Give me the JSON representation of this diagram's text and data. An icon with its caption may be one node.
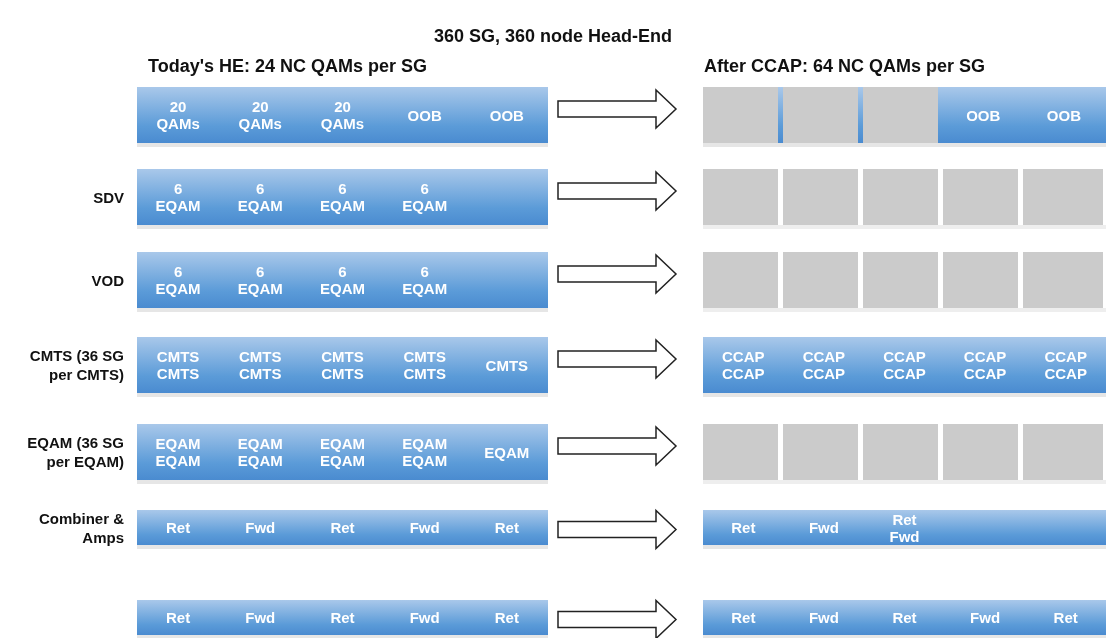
{
  "diagram": {
    "title": "360 SG, 360 node Head-End",
    "nodes": [
      {
        "text": [
          "20 QAMs",
          "20 QAMs",
          "20 QAMs",
          "OOB",
          "OOB"
        ]
      },
      {
        "text": [
          "OOB",
          "OOB"
        ]
      },
      {
        "text": [],
        "shape": "box",
        "in": 1
      },
      {
        "text": [],
        "shape": "box",
        "in": 1
      },
      {
        "text": [],
        "shape": "box",
        "in": 1
      },
      {
        "text": [
          "6 EQAM",
          "6 EQAM",
          "6 EQAM",
          "6 EQAM"
        ],
        "beside": [
          "SDV"
        ]
      },
      {
        "text": [],
        "shape": "bar"
      },
      {
        "text": [],
        "shape": "box",
        "in": 6
      },
      {
        "text": [],
        "shape": "box",
        "in": 6
      },
      {
        "text": [],
        "shape": "box",
        "in": 6
      },
      {
        "text": [],
        "shape": "box",
        "in": 6
      },
      {
        "text": [],
        "shape": "box",
        "in": 6
      },
      {
        "text": [
          "6 EQAM",
          "6 EQAM",
          "6 EQAM",
          "6 EQAM"
        ],
        "beside": [
          "VOD"
        ]
      },
      {
        "text": [],
        "shape": "bar"
      },
      {
        "text": [],
        "shape": "box",
        "in": 13
      },
      {
        "text": [],
        "shape": "box",
        "in": 13
      },
      {
        "text": [],
        "shape": "box",
        "in": 13
      },
      {
        "text": [],
        "shape": "box",
        "in": 13
      },
      {
        "text": [],
        "shape": "box",
        "in": 13
      },
      {
        "text": [
          "CMTS CMTS",
          "CMTS CMTS",
          "CMTS CMTS",
          "CMTS CMTS",
          "CMTS"
        ],
        "beside": [
          "CMTS (36 SG per CMTS)"
        ]
      },
      {
        "text": [
          "CCAP CCAP",
          "CCAP CCAP",
          "CCAP CCAP",
          "CCAP CCAP",
          "CCAP CCAP"
        ]
      },
      {
        "text": [
          "EQAM EQAM",
          "EQAM EQAM",
          "EQAM EQAM",
          "EQAM EQAM",
          "EQAM"
        ],
        "beside": [
          "EQAM (36 SG per EQAM)"
        ]
      },
      {
        "text": [],
        "shape": "bar"
      },
      {
        "text": [],
        "shape": "box",
        "in": 22
      },
      {
        "text": [],
        "shape": "box",
        "in": 22
      },
      {
        "text": [],
        "shape": "box",
        "in": 22
      },
      {
        "text": [],
        "shape": "box",
        "in": 22
      },
      {
        "text": [],
        "shape": "box",
        "in": 22
      },
      {
        "text": [
          "Ret",
          "Fwd",
          "Ret",
          "Fwd",
          "Ret"
        ],
        "beside": [
          "Combiner & Amps"
        ]
      },
      {
        "text": [
          "Ret",
          "Fwd",
          "Ret Fwd"
        ]
      },
      {
        "text": [
          "Ret",
          "Fwd",
          "Ret",
          "Fwd",
          "Ret"
        ]
      },
      {
        "text": [
          "Ret",
          "Fwd",
          "Ret",
          "Fwd",
          "Ret"
        ]
      }
    ],
    "edges": [
      {
        "from": 0,
        "to": 1,
        "arrow": "to"
      },
      {
        "from": 5,
        "to": 6,
        "arrow": "to"
      },
      {
        "from": 12,
        "to": 13,
        "arrow": "to"
      },
      {
        "from": 19,
        "to": 20,
        "arrow": "to"
      },
      {
        "from": 21,
        "to": 22,
        "arrow": "to"
      },
      {
        "from": 28,
        "to": 29,
        "arrow": "to"
      },
      {
        "from": 30,
        "to": 31,
        "arrow": "to"
      }
    ],
    "labels": [
      "Today's HE: 24 NC QAMs per SG",
      "After CCAP: 64 NC QAMs per SG"
    ]
  }
}
